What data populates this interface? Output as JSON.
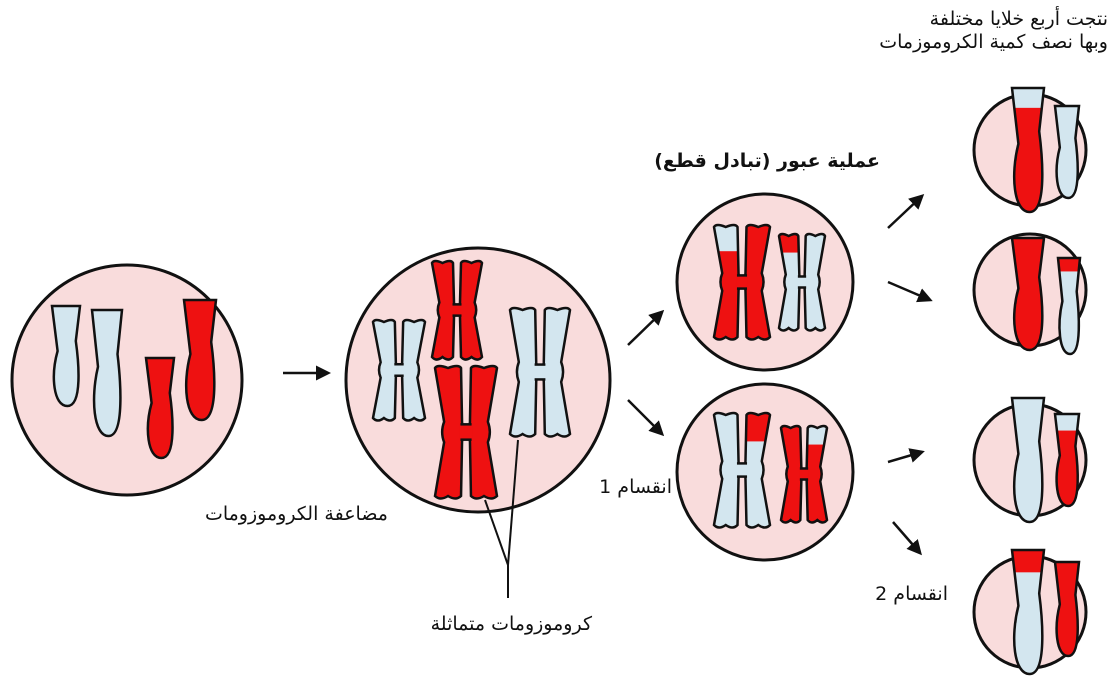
{
  "colors": {
    "cell_fill": "#f9dcdc",
    "cell_stroke": "#111111",
    "chromosome_red": "#ee1111",
    "chromosome_blue": "#d3e6ef"
  },
  "labels": {
    "duplication": "مضاعفة الكروموزومات",
    "homologous": "كروموزومات متماثلة",
    "division1": "انقسام 1",
    "division2": "انقسام 2",
    "crossing_over": "عملية عبور (تبادل قطع)",
    "result_line1": "نتجت أربع خلايا مختلفة",
    "result_line2": "وبها نصف كمية الكروموزمات"
  }
}
